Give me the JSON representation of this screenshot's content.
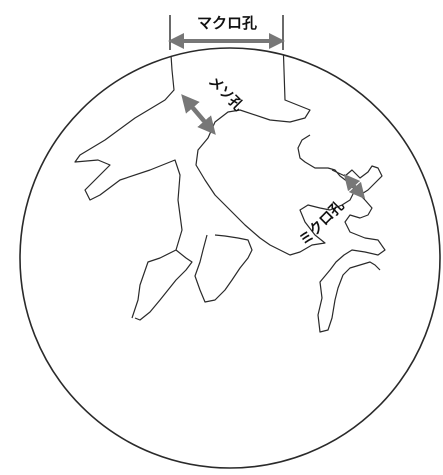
{
  "diagram": {
    "labels": {
      "macropore": "マクロ孔",
      "mesopore": "メソ孔",
      "micropore": "ミクロ孔"
    },
    "colors": {
      "outline": "#2a2a2a",
      "arrow": "#777777",
      "text": "#111111",
      "background": "#ffffff"
    }
  }
}
